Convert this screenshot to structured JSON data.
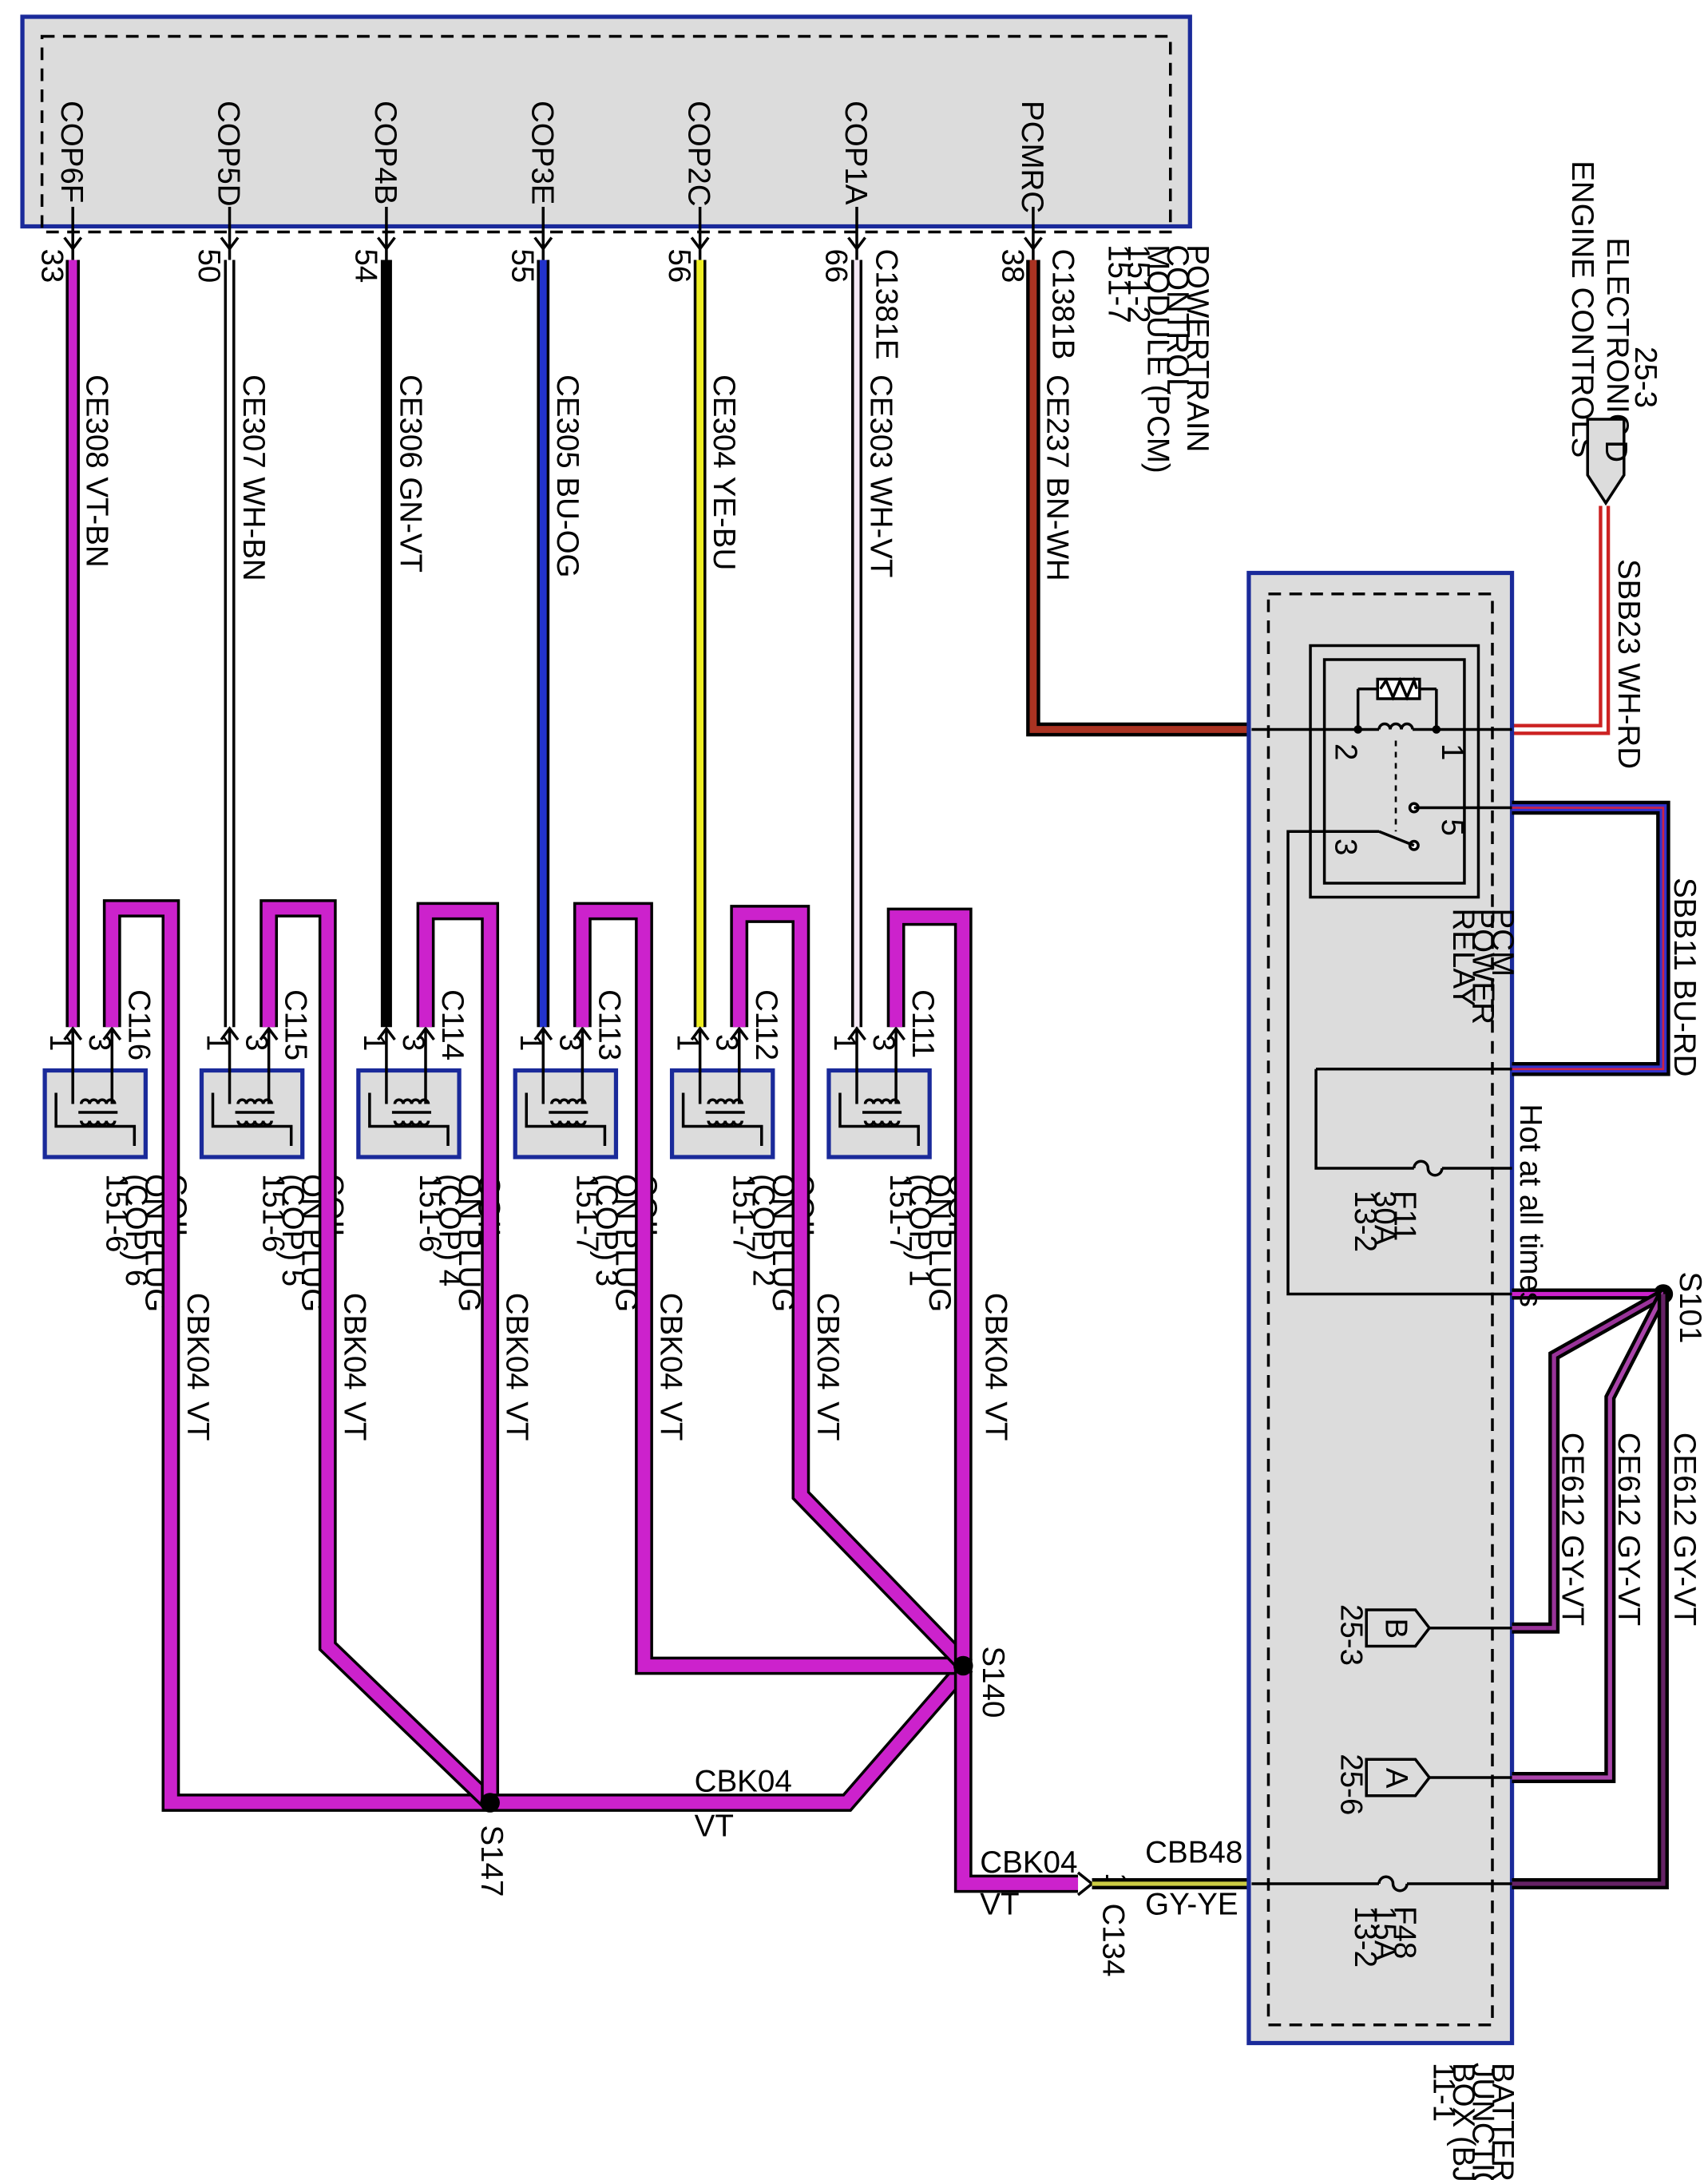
{
  "pcm": {
    "pins": [
      "COP6F",
      "COP5D",
      "COP4B",
      "COP3E",
      "COP2C",
      "COP1A",
      "PCMRC"
    ],
    "pin_numbers": [
      "33",
      "50",
      "54",
      "55",
      "56",
      "66",
      "38"
    ],
    "connector_e": "C1381E",
    "connector_b": "C1381B",
    "title_lines": [
      "POWERTRAIN",
      "CONTROL",
      "MODULE (PCM)",
      "151-2",
      "151-7"
    ]
  },
  "engine_controls": {
    "ref": "25-3",
    "lines": [
      "ELECTRONIC",
      "ENGINE CONTROLS"
    ]
  },
  "circuits": {
    "ce308": "CE308  VT-BN",
    "ce307": "CE307  WH-BN",
    "ce306": "CE306  GN-VT",
    "ce305": "CE305  BU-OG",
    "ce304": "CE304  YE-BU",
    "ce303": "CE303  WH-VT",
    "ce237": "CE237  BN-WH",
    "sbb23": "SBB23  WH-RD",
    "sbb11": "SBB11  BU-RD",
    "ce612_1": "CE612  GY-VT",
    "ce612_2": "CE612  GY-VT",
    "ce612_3": "CE612  GY-VT",
    "cbb48": "CBB48",
    "gy_ye": "GY-YE"
  },
  "coils": [
    {
      "conn": "C116",
      "lines": [
        "COIL",
        "ON PLUG",
        "(COP) 6",
        "151-6"
      ]
    },
    {
      "conn": "C115",
      "lines": [
        "COIL",
        "ON PLUG",
        "(COP) 5",
        "151-6"
      ]
    },
    {
      "conn": "C114",
      "lines": [
        "COIL",
        "ON PLUG",
        "(COP) 4",
        "151-6"
      ]
    },
    {
      "conn": "C113",
      "lines": [
        "COIL",
        "ON PLUG",
        "(COP) 3",
        "151-7"
      ]
    },
    {
      "conn": "C112",
      "lines": [
        "COIL",
        "ON PLUG",
        "(COP) 2",
        "151-7"
      ]
    },
    {
      "conn": "C111",
      "lines": [
        "COIL",
        "ON PLUG",
        "(COP) 1",
        "151-7"
      ]
    }
  ],
  "coil_pins": {
    "p1": "1",
    "p3": "3"
  },
  "ground": {
    "circuit": "CBK04",
    "color": "VT"
  },
  "splices": {
    "s101": "S101",
    "s140": "S140",
    "s147": "S147"
  },
  "c134": {
    "name": "C134",
    "pin": "1"
  },
  "relay": {
    "lines": [
      "PCM",
      "POWER",
      "RELAY"
    ],
    "pins": [
      "1",
      "2",
      "3",
      "5"
    ]
  },
  "bjb": {
    "lines": [
      "BATTERY",
      "JUNCTION",
      "BOX (BJB)",
      "11-1"
    ]
  },
  "hot_label": "Hot at all times",
  "fuse_f11": [
    "F11",
    "30A",
    "13-2"
  ],
  "fuse_f48": [
    "F48",
    "15A",
    "13-2"
  ],
  "connectors": {
    "d": "D",
    "b": "B",
    "a": "A",
    "b_ref": "25-3",
    "a_ref": "25-6"
  },
  "colors": {
    "violet": "#cc22cc",
    "box_fill": "#dcdcdc",
    "box_stroke": "#1a2a9a"
  }
}
